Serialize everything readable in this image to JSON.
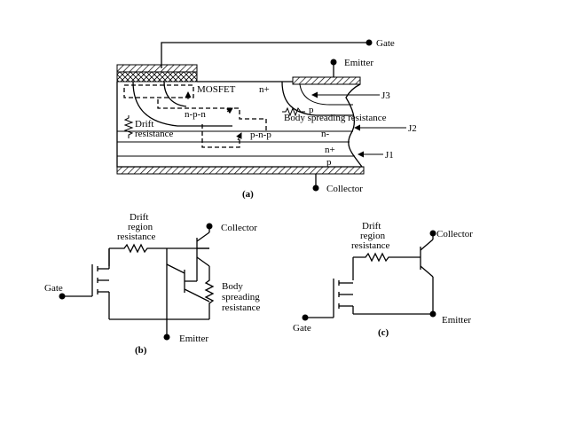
{
  "figure_a": {
    "caption": "(a)",
    "gate": "Gate",
    "emitter": "Emitter",
    "collector": "Collector",
    "mosfet": "MOSFET",
    "n_plus_top": "n+",
    "npn": "n-p-n",
    "pnp": "p-n-p",
    "p_top": "p",
    "body_spreading": "Body spreading resistance",
    "drift_line1": "Drift",
    "drift_line2": "resistance",
    "n_minus": "n-",
    "n_plus_low": "n+",
    "p_low": "p",
    "j3": "J3",
    "j2": "J2",
    "j1": "J1"
  },
  "figure_b": {
    "caption": "(b)",
    "drift_line1": "Drift",
    "drift_line2": "region",
    "drift_line3": "resistance",
    "collector": "Collector",
    "gate": "Gate",
    "body_line1": "Body",
    "body_line2": "spreading",
    "body_line3": "resistance",
    "emitter": "Emitter"
  },
  "figure_c": {
    "caption": "(c)",
    "drift_line1": "Drift",
    "drift_line2": "region",
    "drift_line3": "resistance",
    "collector": "Collector",
    "gate": "Gate",
    "emitter": "Emitter"
  }
}
